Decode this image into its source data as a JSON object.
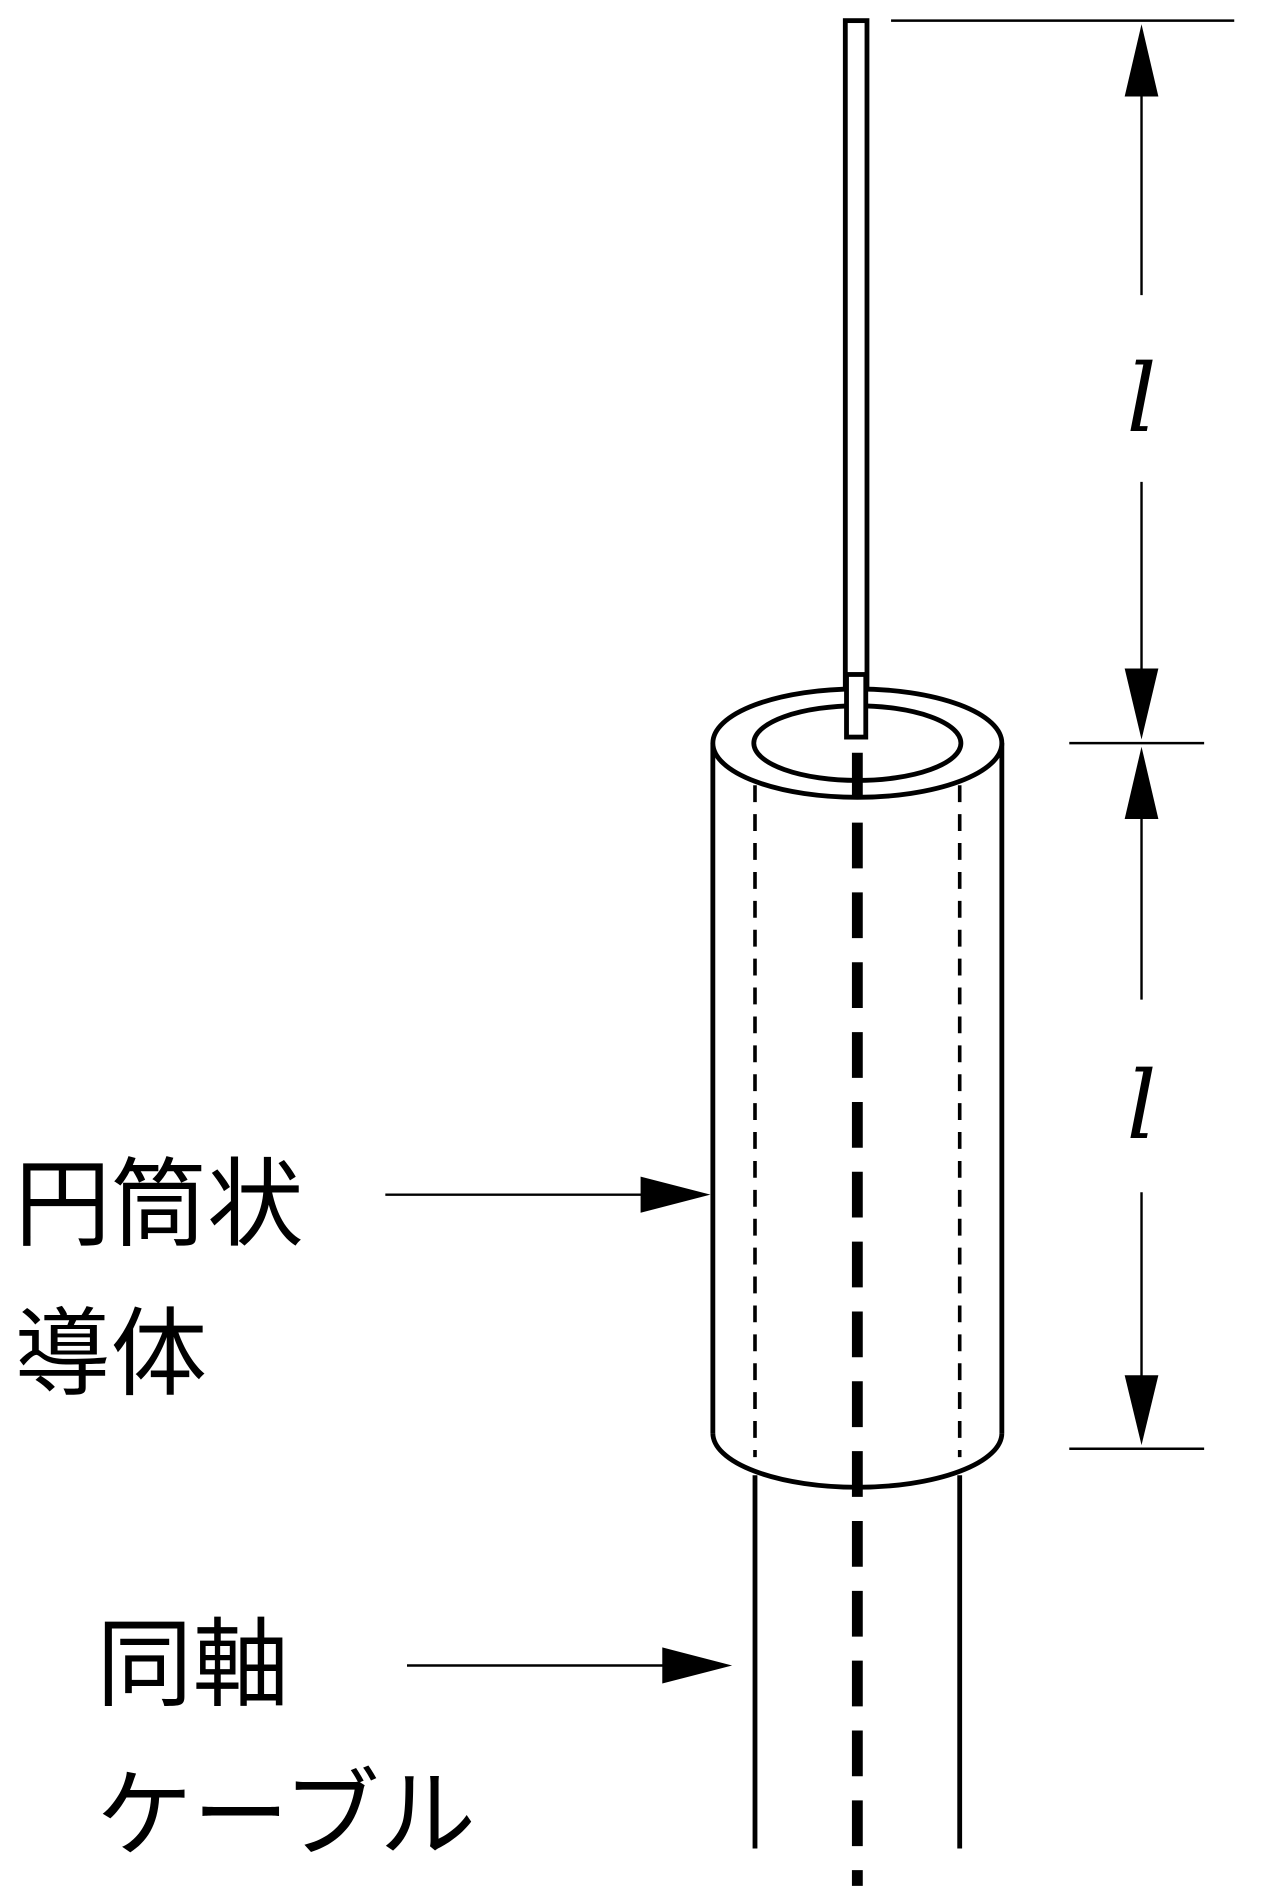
{
  "diagram": {
    "labels": {
      "cylinder_line1": "円筒状",
      "cylinder_line2": "導体",
      "coax_line1": "同軸",
      "coax_line2": "ケーブル"
    },
    "dimensions": {
      "upper_length": "l",
      "lower_length": "l"
    },
    "colors": {
      "stroke": "#000000",
      "background": "#ffffff"
    }
  }
}
